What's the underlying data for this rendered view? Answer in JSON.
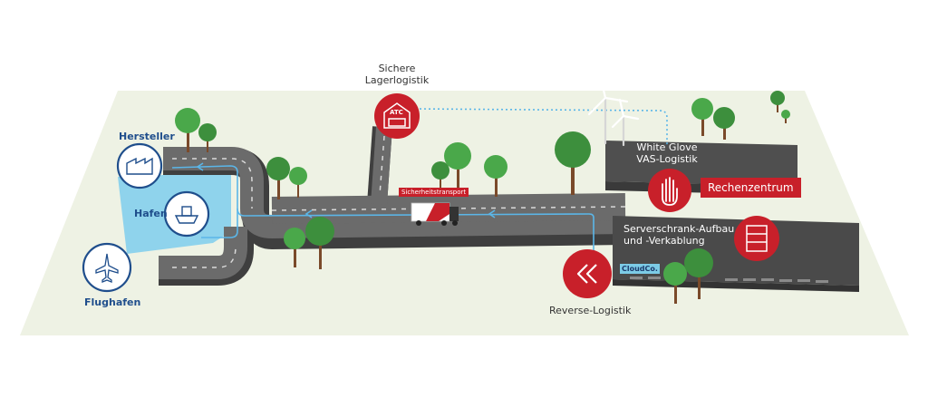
{
  "labels": {
    "lager_line1": "Sichere",
    "lager_line2": "Lagerlogistik",
    "hersteller": "Hersteller",
    "hafen": "Hafen",
    "flughafen": "Flughafen",
    "whiteglove_line1": "White Glove",
    "whiteglove_line2": "VAS-Logistik",
    "rechenzentrum": "Rechenzentrum",
    "server_line1": "Serverschrank-Aufbau",
    "server_line2": "und -Verkablung",
    "reverse": "Reverse-Logistik",
    "transport": "Sicherheitstransport",
    "cloudco": "CloudCo.",
    "atc_logo": "ATC"
  },
  "colors": {
    "accent_red": "#c8202a",
    "navy": "#1f4e8c",
    "route_blue": "#5bb6e8",
    "water": "#8fd3ec",
    "road": "#5d5d5d",
    "ground": "#eef2e4",
    "building": "#4a4a4a",
    "tree": "#4aa84a"
  },
  "icons": {
    "lager": "warehouse-icon",
    "hersteller": "factory-icon",
    "hafen": "ship-icon",
    "flughafen": "airplane-icon",
    "whiteglove": "hand-icon",
    "server": "server-rack-icon",
    "reverse": "double-chevron-left-icon"
  }
}
